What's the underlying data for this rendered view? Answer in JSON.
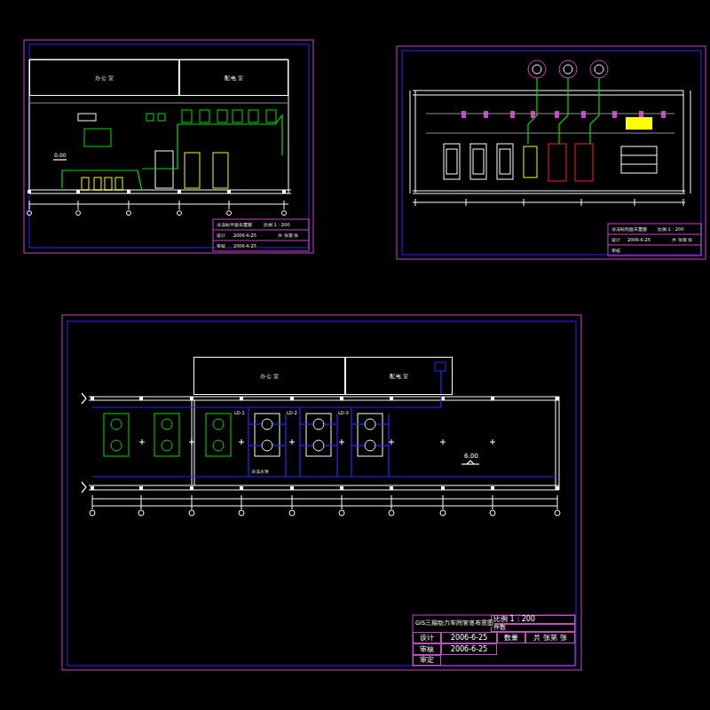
{
  "diagram": {
    "title": "GIS三期动力车间管道布置图",
    "nodes": [
      {
        "text": [
          "办 公 室"
        ]
      },
      {
        "text": [
          "配 电 室"
        ]
      },
      {
        "text": [
          "办 公 室"
        ]
      },
      {
        "text": [
          "配 电 室"
        ]
      },
      {
        "text": [
          "比例 1：200"
        ]
      },
      {
        "text": [
          "件数"
        ]
      },
      {
        "text": [
          "设计"
        ]
      },
      {
        "text": [
          "2006-6-25"
        ]
      },
      {
        "text": [
          "数量"
        ]
      },
      {
        "text": [
          "共 张第 张"
        ]
      },
      {
        "text": [
          "审核"
        ]
      },
      {
        "text": [
          "2006-6-25"
        ]
      },
      {
        "text": [
          "审定"
        ]
      }
    ],
    "labels": [
      "6.00",
      "0.00",
      "LD-1",
      "LD-2",
      "LD-3",
      "冷冻水管",
      "冷冻站平面布置图",
      "比例 1：200",
      "设计",
      "2006-6-25",
      "共 张第 张",
      "审核",
      "2006-6-25",
      "冷冻站剖面布置图",
      "比例 1：200",
      "设计",
      "2006-6-25",
      "共 张第 张",
      "审核"
    ]
  }
}
